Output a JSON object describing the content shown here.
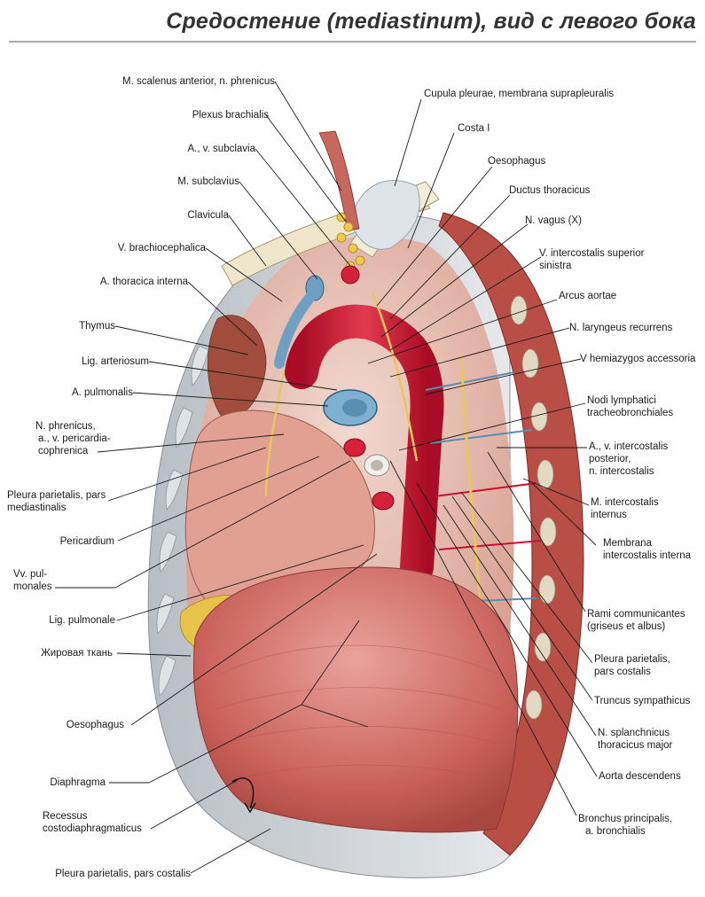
{
  "title": {
    "main": "Средостение (",
    "latin": "mediastinum",
    "rest": "), вид с левого бока"
  },
  "labels": {
    "scalenus": "M. scalenus anterior, n. phrenicus",
    "plexus": "Plexus brachialis",
    "subclavia": "A., v. subclavia",
    "subclavius": "M. subclavius",
    "clavicula": "Clavicula",
    "brachio": "V. brachiocephalica",
    "thoracica": "A. thoracica interna",
    "thymus": "Thymus",
    "ligart": "Lig. arteriosum",
    "apulm": "A. pulmonalis",
    "nphren1": "N. phrenicus,",
    "nphren2": "a., v. pericardia-",
    "nphren3": "cophrenica",
    "pleuramed1": "Pleura parietalis, pars",
    "pleuramed2": "mediastinalis",
    "pericardium": "Pericardium",
    "vvpulm1": "Vv. pul-",
    "vvpulm2": "monales",
    "ligpulm": "Lig. pulmonale",
    "fat": "Жировая ткань",
    "oeso_left": "Oesophagus",
    "diaphragma": "Diaphragma",
    "recessus1": "Recessus",
    "recessus2": "costodiaphragmaticus",
    "pleuracost_bottom": "Pleura parietalis, pars costalis",
    "cupula": "Cupula pleurae, membrana suprapleuralis",
    "costa": "Costa I",
    "oeso_right": "Oesophagus",
    "ductus": "Ductus thoracicus",
    "vagus": "N. vagus (X)",
    "vinter1": "V. intercostalis superior",
    "vinter2": "sinistra",
    "arcus": "Arcus aortae",
    "laryng": "N. laryngeus recurrens",
    "hemiaz": "V hemiazygos accessoria",
    "nodi1": "Nodi lymphatici",
    "nodi2": "tracheobronchiales",
    "avinter1": "A., v. intercostalis",
    "avinter2": "posterior,",
    "avinter3": "n. intercostalis",
    "mint1": "M. intercostalis",
    "mint2": "internus",
    "membr1": "Membrana",
    "membr2": "intercostalis interna",
    "rami1": "Rami communicantes",
    "rami2": "(griseus et albus)",
    "pleuracost1": "Pleura parietalis,",
    "pleuracost2": "pars costalis",
    "truncus": "Truncus sympathicus",
    "splanch1": "N. splanchnicus",
    "splanch2": "thoracicus major",
    "aorta": "Aorta descendens",
    "bronchus1": "Bronchus principalis,",
    "bronchus2": "a. bronchialis"
  },
  "colors": {
    "muscle": "#c9605a",
    "diaphragm": "#d97a72",
    "pleura": "#e9cfc2",
    "fat": "#e8c34a",
    "artery": "#c8102e",
    "vein": "#5a8fb3",
    "nerve": "#e7c75f",
    "bone": "#e9e2cf",
    "rib": "#dcd6c4"
  }
}
